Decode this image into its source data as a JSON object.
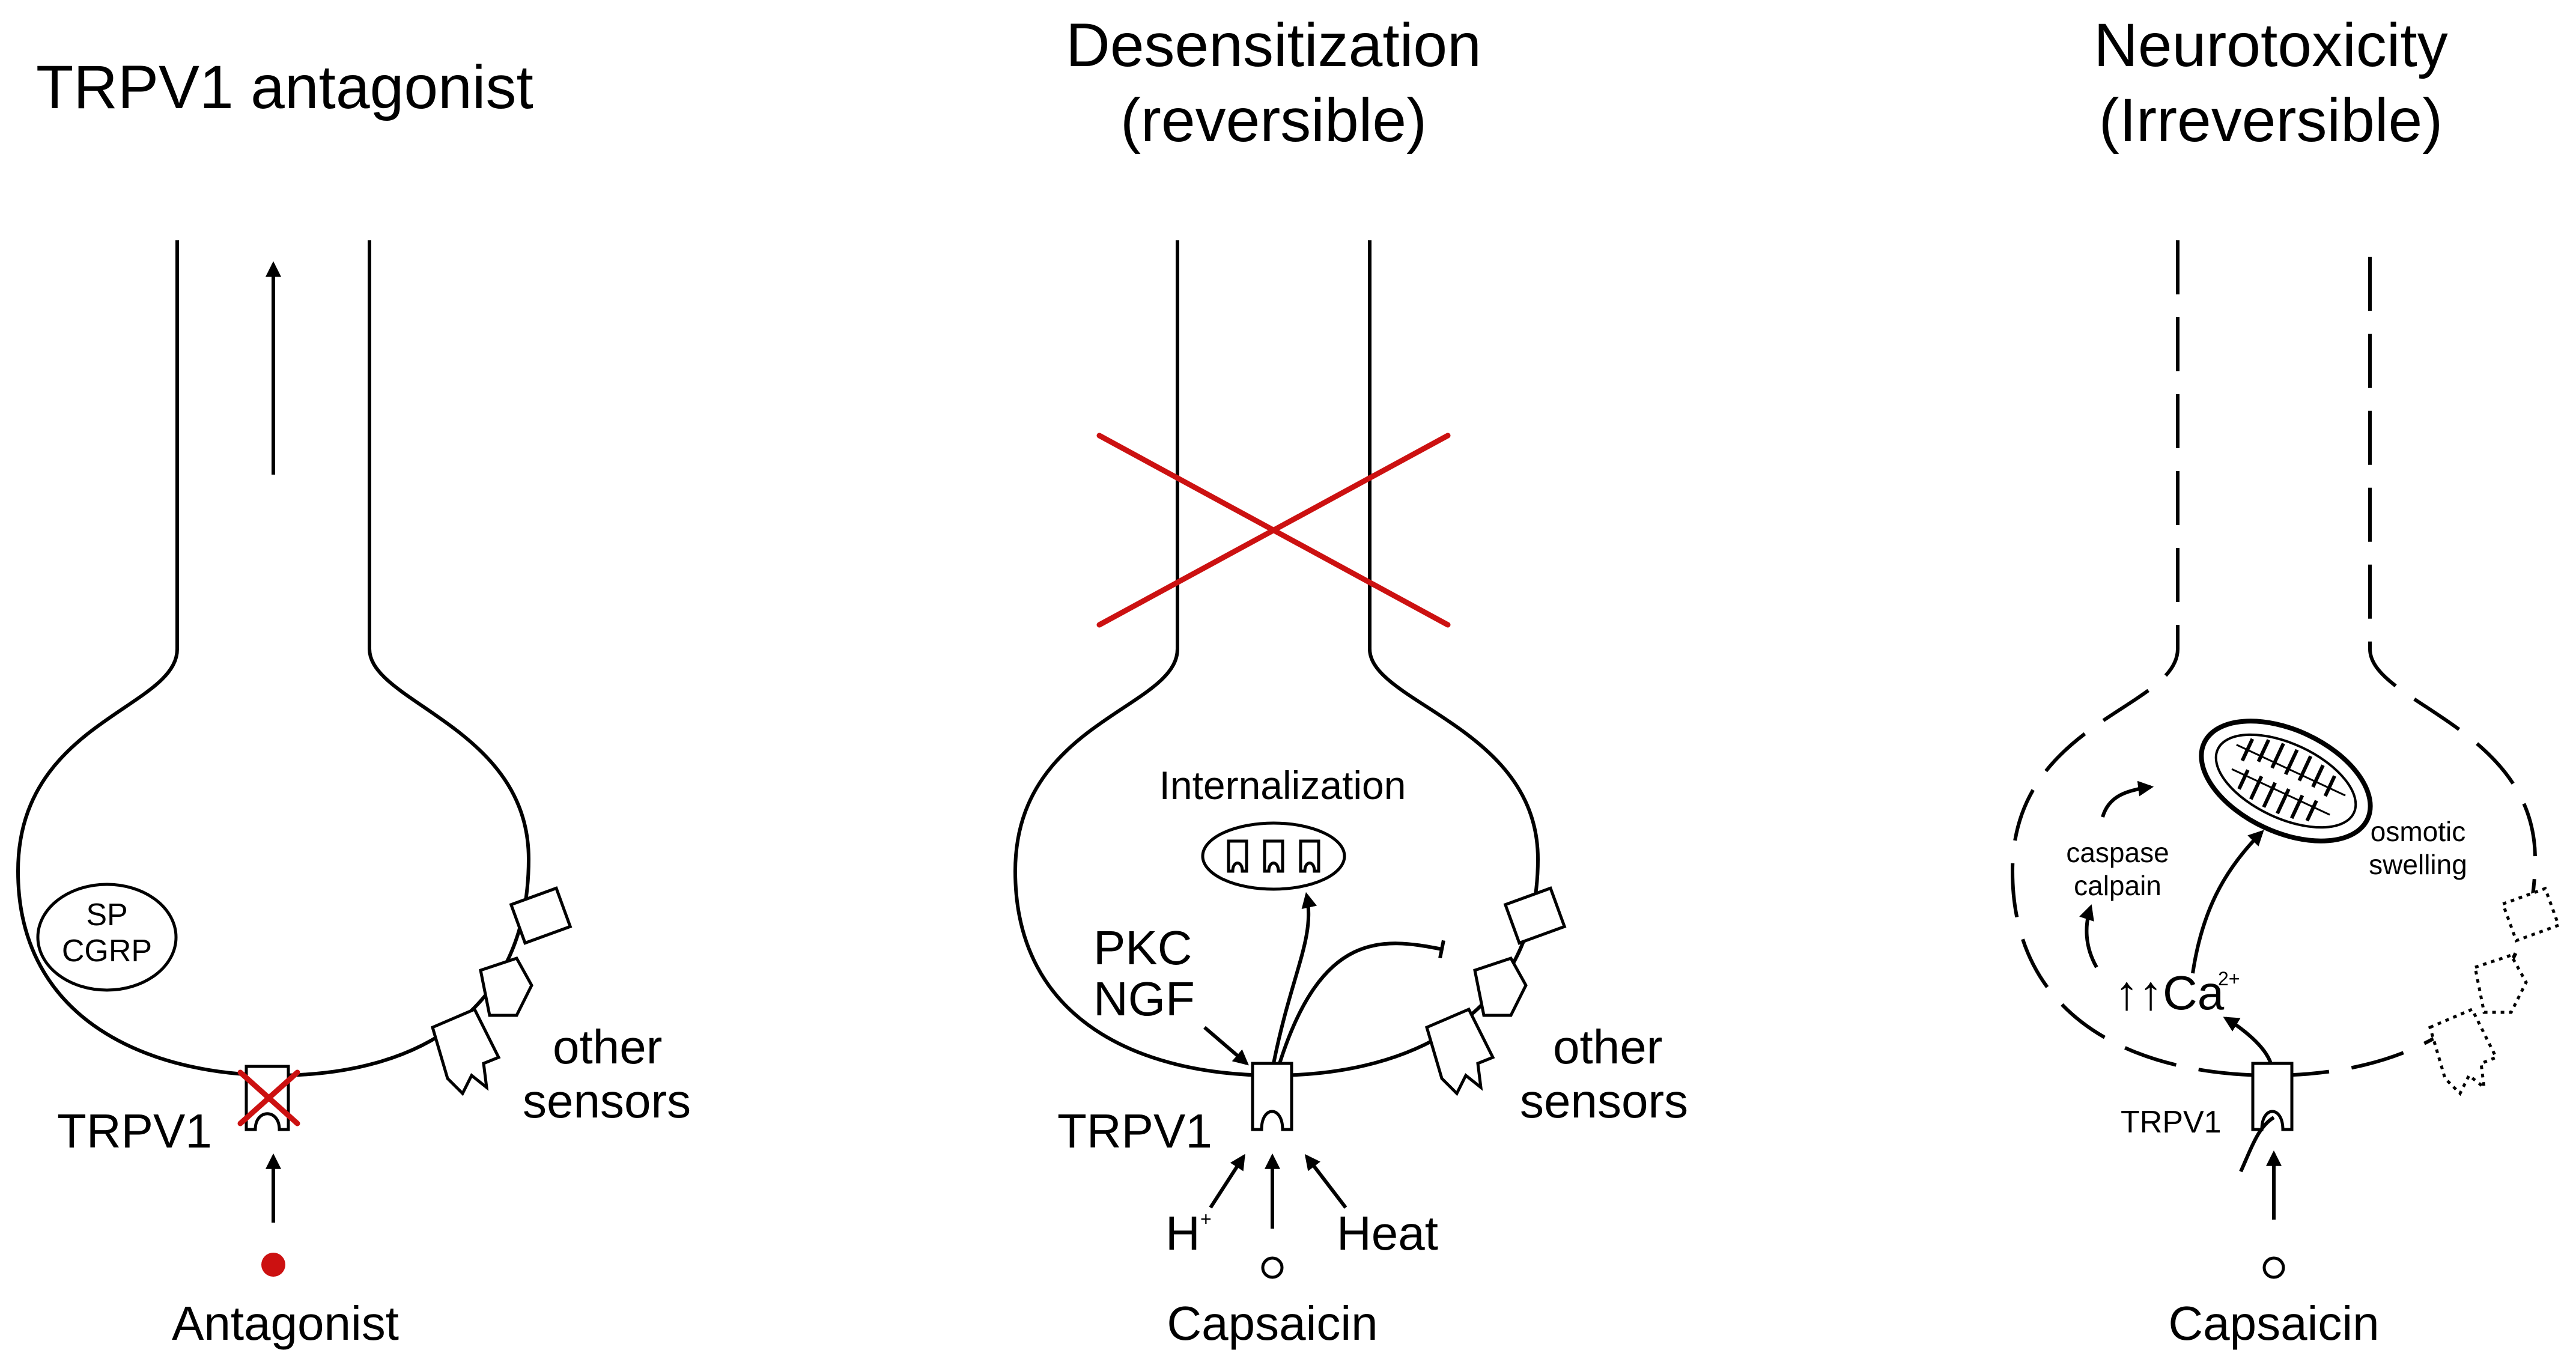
{
  "panels": {
    "antagonist": {
      "title": "TRPV1 antagonist",
      "vesicle_line1": "SP",
      "vesicle_line2": "CGRP",
      "receptor_label": "TRPV1",
      "other_line1": "other",
      "other_line2": "sensors",
      "ligand_label": "Antagonist"
    },
    "desensitization": {
      "title_line1": "Desensitization",
      "title_line2": "(reversible)",
      "internalization": "Internalization",
      "modulator_line1": "PKC",
      "modulator_line2": "NGF",
      "receptor_label": "TRPV1",
      "other_line1": "other",
      "other_line2": "sensors",
      "stimulus_proton": "H",
      "stimulus_proton_charge": "+",
      "stimulus_heat": "Heat",
      "ligand_label": "Capsaicin"
    },
    "neurotoxicity": {
      "title_line1": "Neurotoxicity",
      "title_line2": "(Irreversible)",
      "protease_line1": "caspase",
      "protease_line2": "calpain",
      "swelling_line1": "osmotic",
      "swelling_line2": "swelling",
      "calcium_prefix": "↑↑Ca",
      "calcium_charge": "2+",
      "receptor_label": "TRPV1",
      "ligand_label": "Capsaicin"
    }
  },
  "colors": {
    "line": "#000000",
    "inhibition": "#cc1111",
    "antagonist_dot": "#cc1111"
  }
}
